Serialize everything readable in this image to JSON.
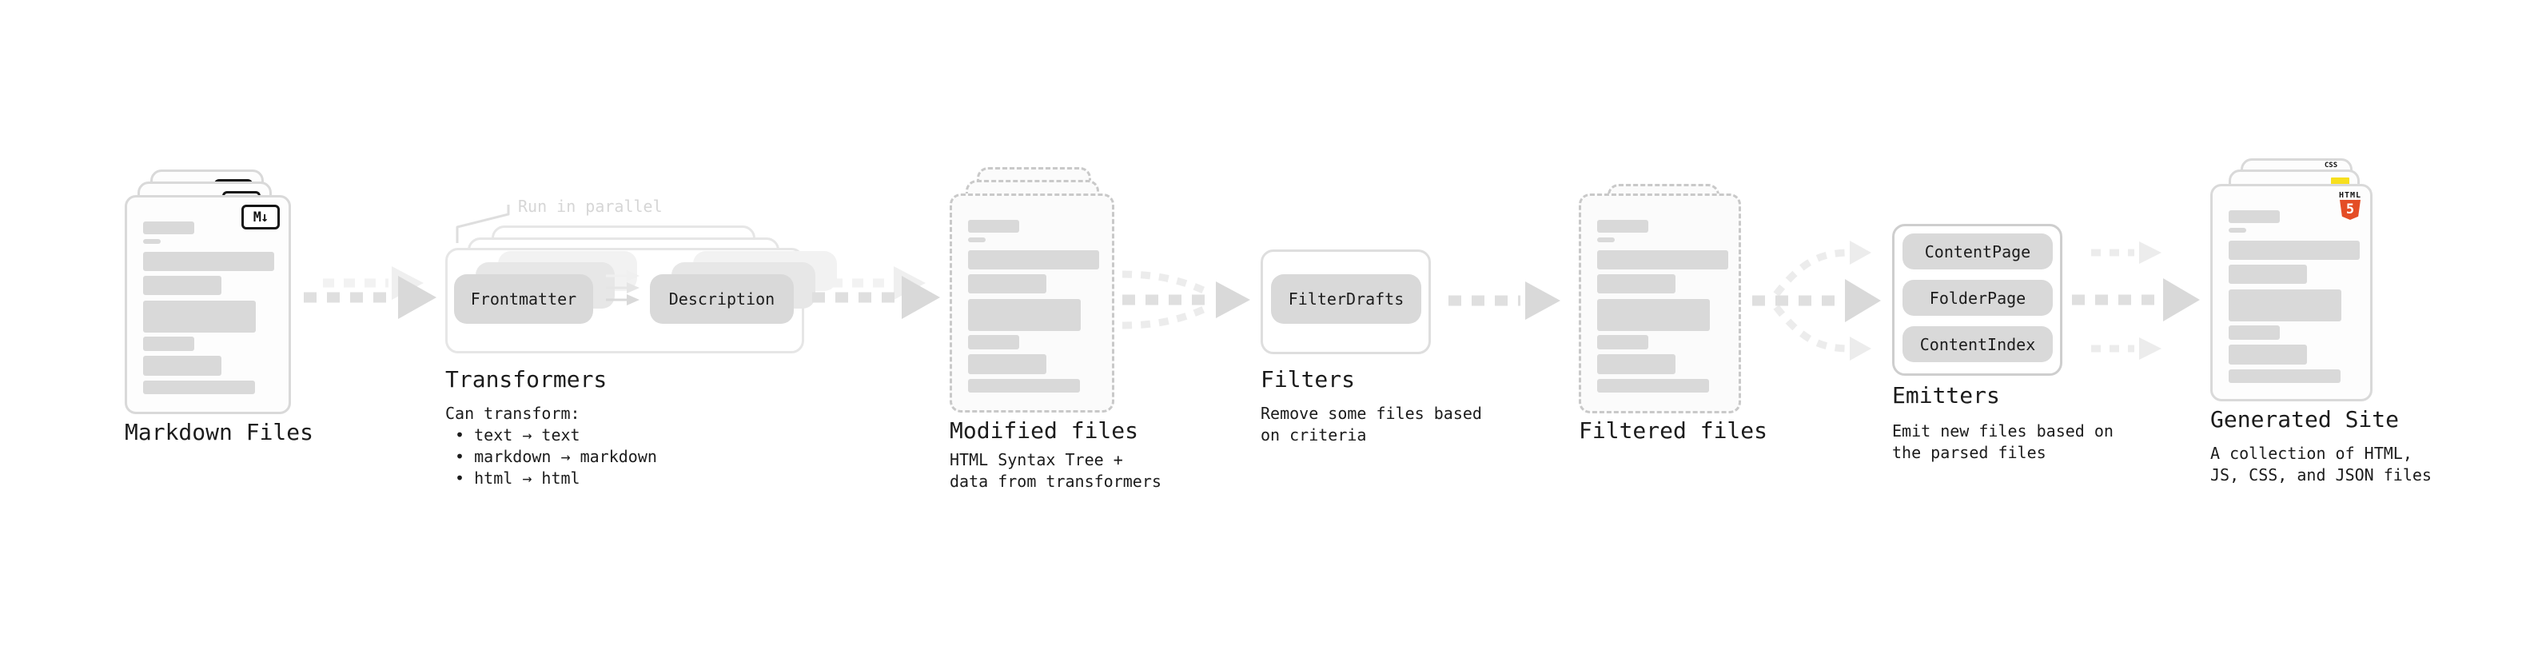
{
  "diagram": {
    "stages": [
      {
        "id": "markdown-files",
        "label": "Markdown Files"
      },
      {
        "id": "transformers",
        "label": "Transformers",
        "sublabel": "Can transform:\n • text → text\n • markdown → markdown\n • html → html",
        "annotation": "Run in parallel",
        "pills": [
          "Frontmatter",
          "Description"
        ]
      },
      {
        "id": "modified-files",
        "label": "Modified files",
        "sublabel": "HTML Syntax Tree +\ndata from transformers"
      },
      {
        "id": "filters",
        "label": "Filters",
        "sublabel": "Remove some files based\non criteria",
        "pills": [
          "FilterDrafts"
        ]
      },
      {
        "id": "filtered-files",
        "label": "Filtered files"
      },
      {
        "id": "emitters",
        "label": "Emitters",
        "sublabel": "Emit new files based on\nthe parsed files",
        "pills": [
          "ContentPage",
          "FolderPage",
          "ContentIndex"
        ]
      },
      {
        "id": "generated-site",
        "label": "Generated Site",
        "sublabel": "A collection of HTML,\nJS, CSS, and JSON files"
      }
    ],
    "icons": {
      "markdown": "M↓",
      "css_label": "CSS",
      "html_label": "HTML",
      "html_number": "5"
    },
    "colors": {
      "css_blue": "#2563eb",
      "js_yellow": "#f7df1e",
      "html_orange": "#e44d26",
      "bar_gray": "#d9d9d9",
      "arrow_gray": "#d9d9d9",
      "arrow_ghost": "#efefef"
    }
  }
}
